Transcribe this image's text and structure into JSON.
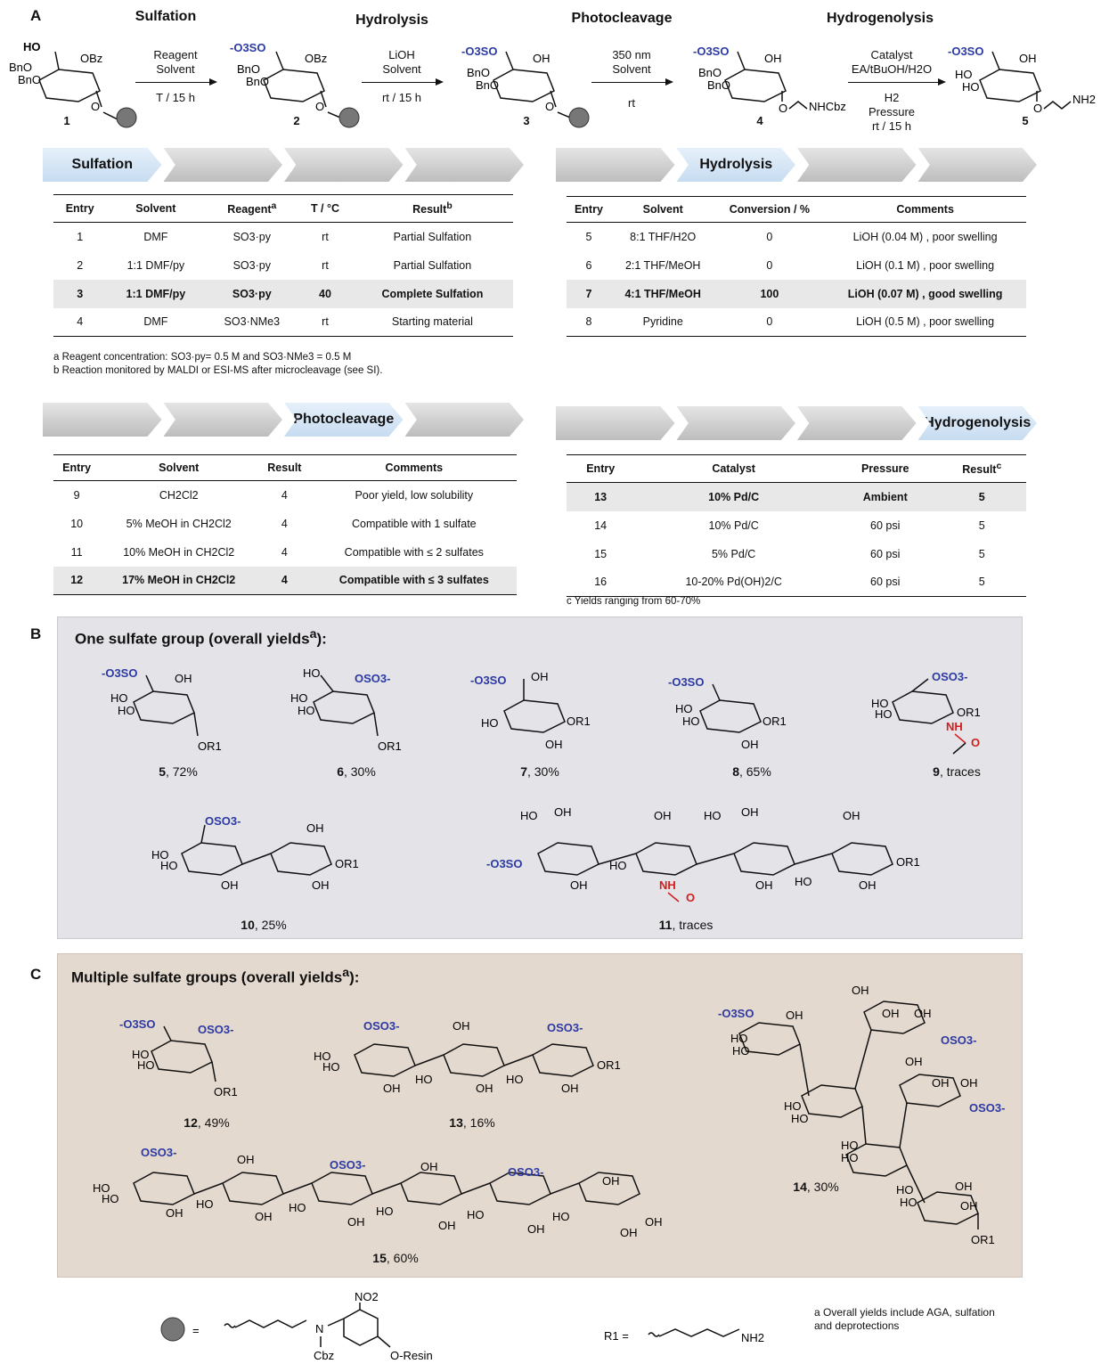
{
  "panels": {
    "a": "A",
    "b": "B",
    "c": "C"
  },
  "steps": {
    "sulfation": "Sulfation",
    "hydrolysis": "Hydrolysis",
    "photocleavage": "Photocleavage",
    "hydrogenolysis": "Hydrogenolysis"
  },
  "conditions": {
    "sulf_top": [
      "Reagent",
      "Solvent"
    ],
    "sulf_bottom": "T / 15 h",
    "hyd_top": [
      "LiOH",
      "Solvent"
    ],
    "hyd_bottom": "rt / 15 h",
    "photo_top": [
      "350 nm",
      "Solvent"
    ],
    "photo_bottom": "rt",
    "hgen_top": [
      "Catalyst",
      "EA/tBuOH/H2O"
    ],
    "hgen_bottom": [
      "H2",
      "Pressure",
      "rt / 15 h"
    ]
  },
  "compound_numbers": [
    "1",
    "2",
    "3",
    "4",
    "5"
  ],
  "sulfation_table": {
    "headers": [
      "Entry",
      "Solvent",
      "Reagent",
      "T / °C",
      "Result"
    ],
    "header_sup": {
      "reagent": "a",
      "result": "b"
    },
    "rows": [
      [
        "1",
        "DMF",
        "SO3·py",
        "rt",
        "Partial Sulfation"
      ],
      [
        "2",
        "1:1 DMF/py",
        "SO3·py",
        "rt",
        "Partial Sulfation"
      ],
      [
        "3",
        "1:1 DMF/py",
        "SO3·py",
        "40",
        "Complete Sulfation"
      ],
      [
        "4",
        "DMF",
        "SO3·NMe3",
        "rt",
        "Starting material"
      ]
    ],
    "highlight": 2,
    "footnotes": [
      "a Reagent concentration: SO3·py= 0.5 M and SO3·NMe3 = 0.5 M",
      "b Reaction monitored by MALDI or ESI-MS after microcleavage (see SI)."
    ]
  },
  "hydrolysis_table": {
    "headers": [
      "Entry",
      "Solvent",
      "Conversion / %",
      "Comments"
    ],
    "rows": [
      [
        "5",
        "8:1 THF/H2O",
        "0",
        "LiOH (0.04 M) , poor swelling"
      ],
      [
        "6",
        "2:1 THF/MeOH",
        "0",
        "LiOH (0.1 M) , poor swelling"
      ],
      [
        "7",
        "4:1 THF/MeOH",
        "100",
        "LiOH (0.07 M) , good swelling"
      ],
      [
        "8",
        "Pyridine",
        "0",
        "LiOH (0.5 M) , poor swelling"
      ]
    ],
    "highlight": 2
  },
  "photocleavage_table": {
    "headers": [
      "Entry",
      "Solvent",
      "Result",
      "Comments"
    ],
    "rows": [
      [
        "9",
        "CH2Cl2",
        "4",
        "Poor yield, low solubility"
      ],
      [
        "10",
        "5% MeOH in CH2Cl2",
        "4",
        "Compatible with 1 sulfate"
      ],
      [
        "11",
        "10% MeOH in CH2Cl2",
        "4",
        "Compatible with ≤ 2 sulfates"
      ],
      [
        "12",
        "17% MeOH in CH2Cl2",
        "4",
        "Compatible with ≤ 3 sulfates"
      ]
    ],
    "highlight": 3
  },
  "hydrogenolysis_table": {
    "headers": [
      "Entry",
      "Catalyst",
      "Pressure",
      "Result"
    ],
    "header_sup": {
      "result": "c"
    },
    "rows": [
      [
        "13",
        "10% Pd/C",
        "Ambient",
        "5"
      ],
      [
        "14",
        "10% Pd/C",
        "60 psi",
        "5"
      ],
      [
        "15",
        "5% Pd/C",
        "60 psi",
        "5"
      ],
      [
        "16",
        "10-20% Pd(OH)2/C",
        "60 psi",
        "5"
      ]
    ],
    "highlight": 0,
    "footnotes": [
      "c Yields ranging from 60-70%"
    ]
  },
  "panel_b": {
    "title": "One sulfate group (overall yields",
    "title_sup": "a",
    "title_end": "):",
    "compounds": [
      {
        "num": "5",
        "yield": ", 72%"
      },
      {
        "num": "6",
        "yield": ", 30%"
      },
      {
        "num": "7",
        "yield": ", 30%"
      },
      {
        "num": "8",
        "yield": ", 65%"
      },
      {
        "num": "9",
        "yield": ", traces"
      },
      {
        "num": "10",
        "yield": ", 25%"
      },
      {
        "num": "11",
        "yield": ", traces"
      }
    ]
  },
  "panel_c": {
    "title": "Multiple sulfate groups (overall yields",
    "title_sup": "a",
    "title_end": "):",
    "compounds": [
      {
        "num": "12",
        "yield": ", 49%"
      },
      {
        "num": "13",
        "yield": ", 16%"
      },
      {
        "num": "14",
        "yield": ", 30%"
      },
      {
        "num": "15",
        "yield": ", 60%"
      }
    ]
  },
  "labels": {
    "oso3": "OSO3-",
    "o3so": "-O3SO",
    "oh": "OH",
    "ho": "HO",
    "obz": "OBz",
    "bno": "BnO",
    "or1": "OR1",
    "nh": "NH",
    "nhcbz": "NHCbz",
    "nh2": "NH2",
    "no2": "NO2",
    "cbz": "Cbz",
    "resin": "O-Resin",
    "n": "N",
    "o": "O"
  },
  "legend": {
    "bead_eq": "=",
    "r1_eq": "R1 =",
    "note": [
      "a Overall yields include AGA, sulfation",
      "and deprotections"
    ]
  },
  "colors": {
    "sulfate": "#2d3aa3",
    "nhac": "#d11f1f",
    "boxB": "#e3e3e8",
    "boxC": "#e4d9cf",
    "chevron_active": "#c7dcf1"
  }
}
